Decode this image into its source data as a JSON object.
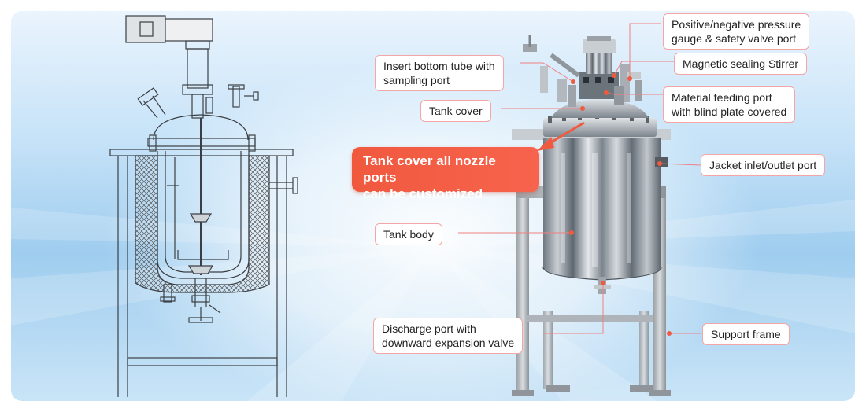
{
  "labels": {
    "insert_tube_line1": "Insert bottom tube with",
    "insert_tube_line2": "sampling port",
    "tank_cover": "Tank cover",
    "gauge_line1": "Positive/negative pressure",
    "gauge_line2": "gauge & safety valve port",
    "magnetic_stirrer": "Magnetic sealing Stirrer",
    "feeding_line1": "Material feeding port",
    "feeding_line2": "with blind plate covered",
    "jacket_port": "Jacket inlet/outlet port",
    "tank_body": "Tank body",
    "discharge_line1": "Discharge port with",
    "discharge_line2": "downward expansion valve",
    "support_frame": "Support frame"
  },
  "callout": {
    "line1": "Tank cover all nozzle ports",
    "line2": "can be customized"
  },
  "colors": {
    "accent": "#f05a40",
    "label_border": "#f4a6a6",
    "leader_line": "#f08080",
    "background_blue": "#9fcdef"
  }
}
